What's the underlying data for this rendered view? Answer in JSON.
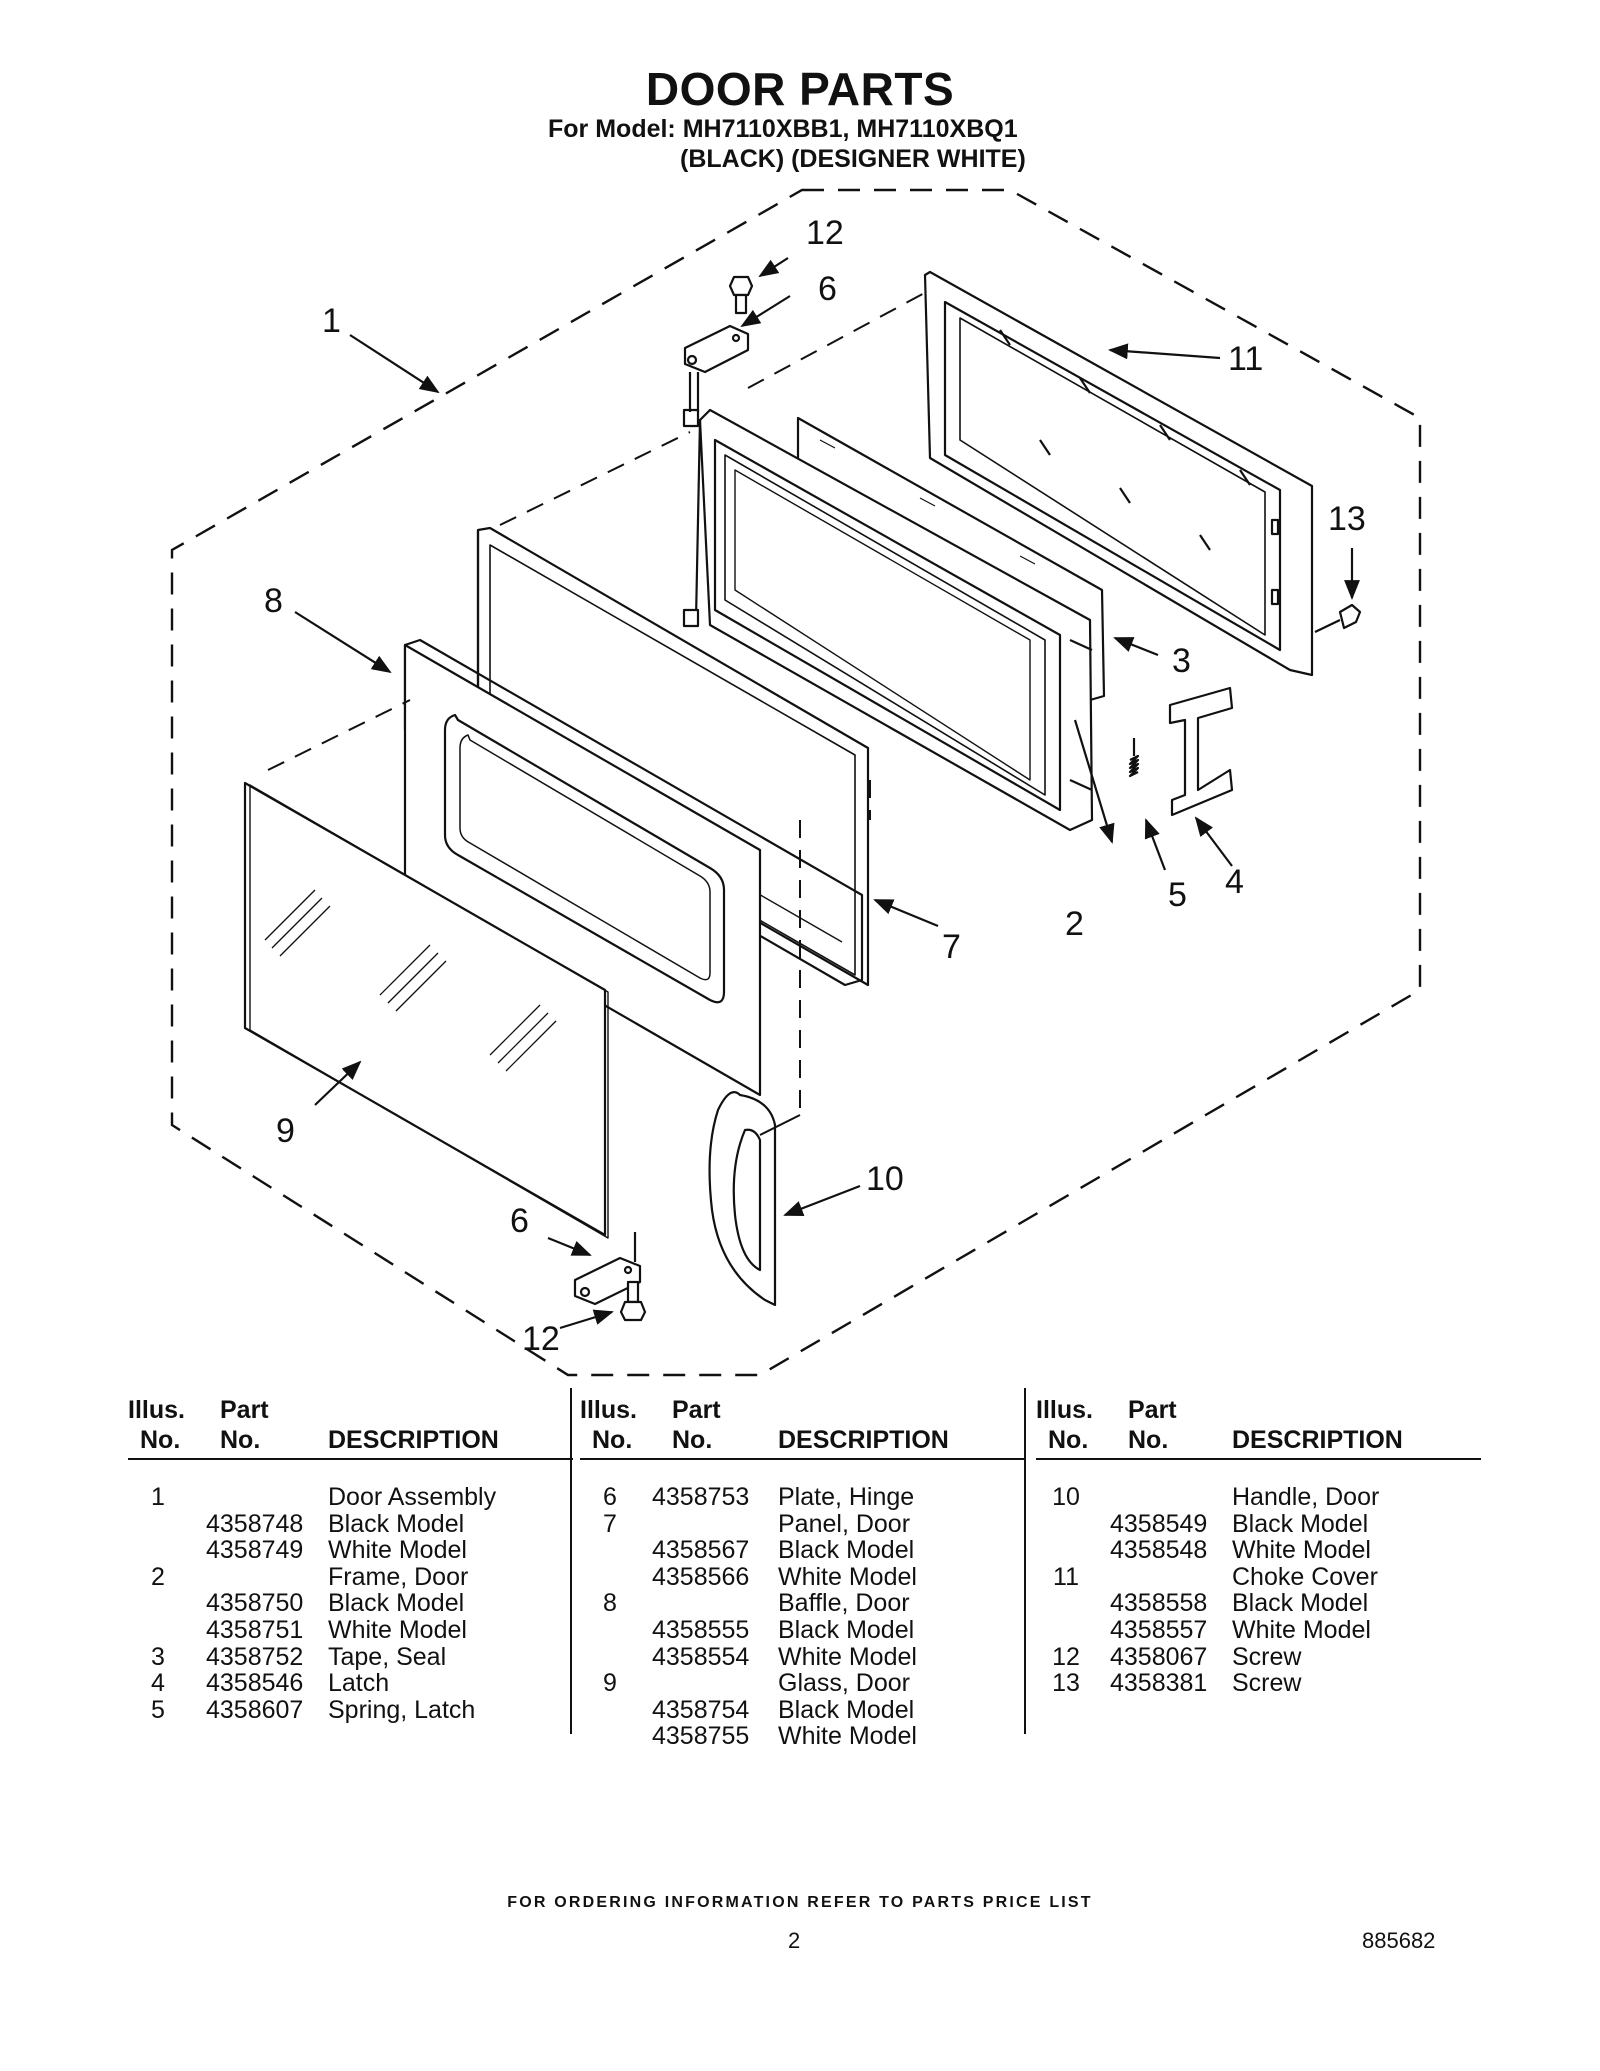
{
  "header": {
    "title": "DOOR PARTS",
    "model_line": "For Model: MH7110XBB1, MH7110XBQ1",
    "color_line": "(BLACK) (DESIGNER WHITE)"
  },
  "callouts": [
    "1",
    "2",
    "3",
    "4",
    "5",
    "6",
    "6",
    "7",
    "8",
    "9",
    "10",
    "11",
    "12",
    "12",
    "13"
  ],
  "table": {
    "headers": {
      "illus_1": "Illus.",
      "illus_2": "No.",
      "part_1": "Part",
      "part_2": "No.",
      "description": "DESCRIPTION"
    },
    "columns": [
      [
        {
          "illus": "1",
          "part": "",
          "desc": "Door Assembly"
        },
        {
          "illus": "",
          "part": "4358748",
          "desc": "Black Model"
        },
        {
          "illus": "",
          "part": "4358749",
          "desc": "White Model"
        },
        {
          "illus": "2",
          "part": "",
          "desc": "Frame, Door"
        },
        {
          "illus": "",
          "part": "4358750",
          "desc": "Black Model"
        },
        {
          "illus": "",
          "part": "4358751",
          "desc": "White Model"
        },
        {
          "illus": "3",
          "part": "4358752",
          "desc": "Tape, Seal"
        },
        {
          "illus": "4",
          "part": "4358546",
          "desc": "Latch"
        },
        {
          "illus": "5",
          "part": "4358607",
          "desc": "Spring, Latch"
        }
      ],
      [
        {
          "illus": "6",
          "part": "4358753",
          "desc": "Plate, Hinge"
        },
        {
          "illus": "7",
          "part": "",
          "desc": "Panel, Door"
        },
        {
          "illus": "",
          "part": "4358567",
          "desc": "Black Model"
        },
        {
          "illus": "",
          "part": "4358566",
          "desc": "White Model"
        },
        {
          "illus": "8",
          "part": "",
          "desc": "Baffle, Door"
        },
        {
          "illus": "",
          "part": "4358555",
          "desc": "Black Model"
        },
        {
          "illus": "",
          "part": "4358554",
          "desc": "White Model"
        },
        {
          "illus": "9",
          "part": "",
          "desc": "Glass, Door"
        },
        {
          "illus": "",
          "part": "4358754",
          "desc": "Black Model"
        },
        {
          "illus": "",
          "part": "4358755",
          "desc": "White Model"
        }
      ],
      [
        {
          "illus": "10",
          "part": "",
          "desc": "Handle, Door"
        },
        {
          "illus": "",
          "part": "4358549",
          "desc": "Black Model"
        },
        {
          "illus": "",
          "part": "4358548",
          "desc": "White Model"
        },
        {
          "illus": "11",
          "part": "",
          "desc": "Choke Cover"
        },
        {
          "illus": "",
          "part": "4358558",
          "desc": "Black Model"
        },
        {
          "illus": "",
          "part": "4358557",
          "desc": "White Model"
        },
        {
          "illus": "12",
          "part": "4358067",
          "desc": "Screw"
        },
        {
          "illus": "13",
          "part": "4358381",
          "desc": "Screw"
        }
      ]
    ]
  },
  "footer": {
    "ordering_note": "FOR ORDERING INFORMATION REFER TO PARTS PRICE LIST",
    "page_number": "2",
    "document_number": "885682"
  }
}
